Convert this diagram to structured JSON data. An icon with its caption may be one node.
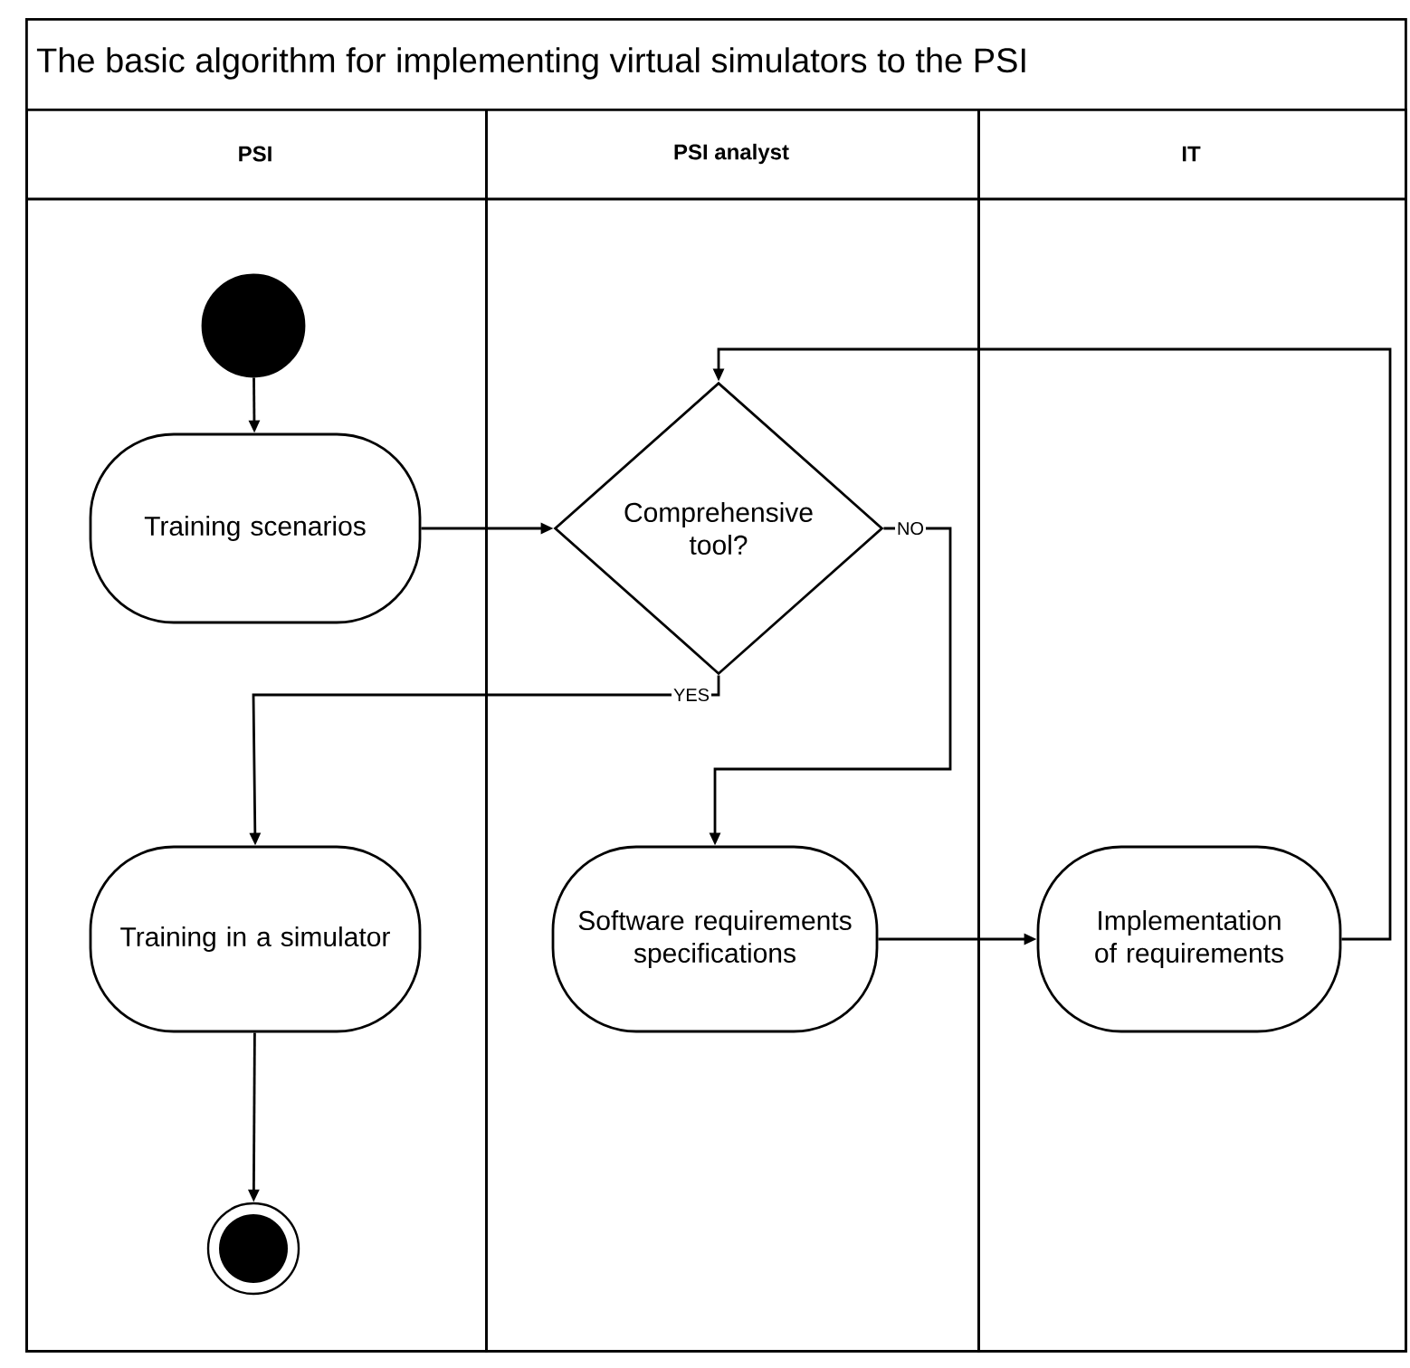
{
  "diagram": {
    "nodes": [
      {
        "text": [
          "The basic algorithm for implementing virtual simulators to the PSI"
        ]
      },
      {
        "text": [
          "PSI"
        ],
        "in": 0
      },
      {
        "text": [
          "PSI analyst"
        ],
        "in": 0
      },
      {
        "text": [
          "IT"
        ],
        "in": 0
      },
      {
        "text": [],
        "shape": "circle",
        "in": 1
      },
      {
        "text": [
          "Training scenarios"
        ],
        "in": 1
      },
      {
        "text": [
          "Comprehensive tool?"
        ],
        "in": 2
      },
      {
        "text": [
          "Software requirements specifications"
        ],
        "in": 2
      },
      {
        "text": [
          "Implementation of requirements"
        ],
        "in": 3
      },
      {
        "text": [
          "Training in a simulator"
        ],
        "in": 1
      },
      {
        "text": [],
        "shape": "circle",
        "in": 1
      }
    ],
    "edges": [
      {
        "from": 4,
        "to": 5,
        "arrow": "to"
      },
      {
        "from": 5,
        "to": 6,
        "arrow": "to"
      },
      {
        "from": 6,
        "to": 7,
        "arrow": "to",
        "label": "NO"
      },
      {
        "from": 6,
        "to": 9,
        "arrow": "to",
        "label": "YES"
      },
      {
        "from": 7,
        "to": 8,
        "arrow": "to"
      },
      {
        "from": 8,
        "to": 6,
        "arrow": "to"
      },
      {
        "from": 9,
        "to": 10,
        "arrow": "to"
      }
    ]
  }
}
